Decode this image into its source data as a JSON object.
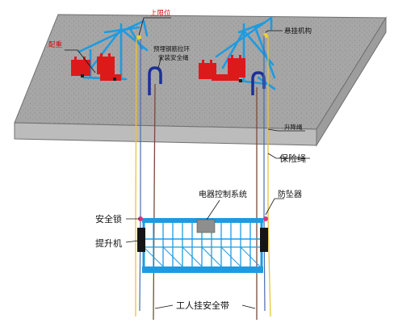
{
  "labels": {
    "upper_limit": "上限位",
    "counterweight": "配重",
    "anchor_loop": "预埋钢筋拉环",
    "safety_rope_line": "安装安全绳",
    "suspension_mechanism": "悬挂机构",
    "hoist_rope": "升降绳",
    "insurance_rope": "保险绳",
    "electrical_control": "电器控制系统",
    "fall_arrester": "防坠器",
    "safety_lock": "安全锁",
    "hoist": "提升机",
    "worker_belt": "工人挂安全带"
  },
  "colors": {
    "slab_top": "#a9a9a9",
    "slab_side": "#bdbdbd",
    "frame": "#1e9be0",
    "counterweight": "#dd1a1a",
    "hoist_rope": "#4a6bb0",
    "insurance_rope": "#e8c43a",
    "anchor_hook": "#1c2f9a"
  }
}
